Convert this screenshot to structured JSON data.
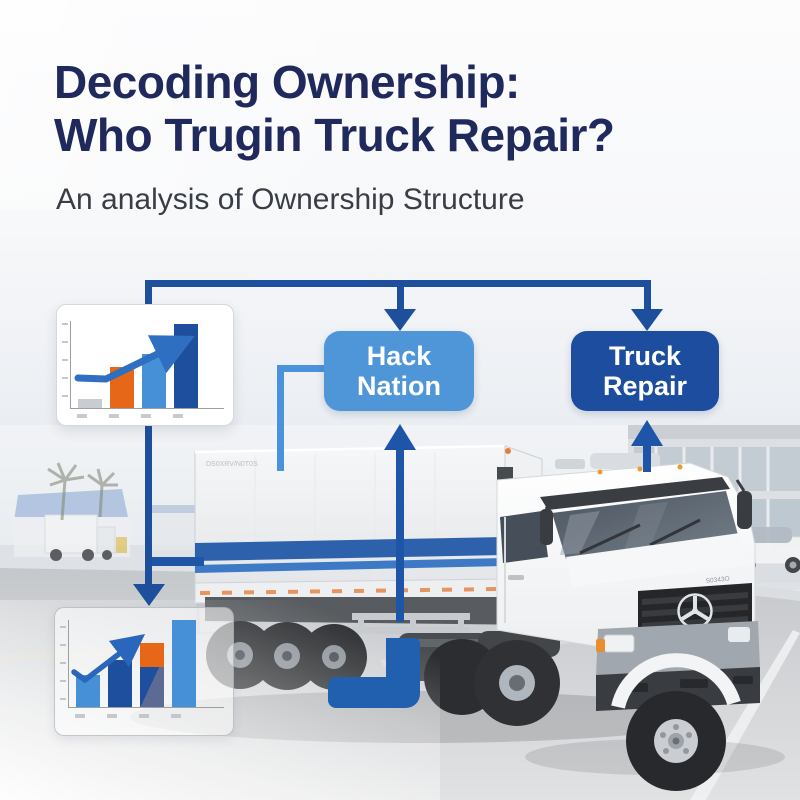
{
  "header": {
    "title_line1": "Decoding Ownership:",
    "title_line2": "Who Trugin Truck Repair?",
    "subtitle": "An analysis of Ownership Structure"
  },
  "flowchart": {
    "nodes": [
      {
        "id": "hack-nation",
        "lines": [
          "Hack",
          "Nation"
        ],
        "color": "#4f96d9"
      },
      {
        "id": "truck-repair",
        "lines": [
          "Truck",
          "Repair"
        ],
        "color": "#1d4d9e"
      }
    ],
    "connector_color": "#1d4f9c",
    "light_connector_color": "#4b92dc",
    "elbow_block_color": "#2160ae"
  },
  "photo": {
    "trailer_marking": "DS0XRV/N0T0S",
    "door_marking": "S0343O"
  },
  "palette": {
    "light-blue": "#4590d7",
    "dark-blue": "#1d4f9e",
    "orange": "#e56717",
    "gray": "#c9ccd1",
    "dark-blue-slate": "linear-gradient(115deg,#1d4f9e 45%,#5d6b94 45%)"
  },
  "chart_data": [
    {
      "type": "bar",
      "title": "",
      "categories": [
        "",
        "",
        "",
        ""
      ],
      "axes_note": "unlabeled tick marks only",
      "ylim_pct": [
        0,
        100
      ],
      "bars": [
        {
          "height_pct": 10,
          "color": "gray"
        },
        {
          "height_pct": 47,
          "color": "orange"
        },
        {
          "height_pct": 62,
          "color": "light-blue"
        },
        {
          "height_pct": 96,
          "color": "dark-blue"
        }
      ],
      "annotation": "upward trend arrow"
    },
    {
      "type": "bar",
      "title": "",
      "categories": [
        "",
        "",
        "",
        ""
      ],
      "axes_note": "unlabeled tick marks only",
      "ylim_pct": [
        0,
        100
      ],
      "bars": [
        {
          "height_pct": 37,
          "color": "light-blue"
        },
        {
          "height_pct": 54,
          "color": "dark-blue"
        },
        {
          "height_pct": 74,
          "segments": [
            {
              "pct_of_bar": 38,
              "color": "orange"
            },
            {
              "pct_of_bar": 62,
              "color": "dark-blue-slate"
            }
          ]
        },
        {
          "height_pct": 100,
          "color": "light-blue"
        }
      ],
      "annotation": "checkmark swoosh arrow"
    }
  ]
}
